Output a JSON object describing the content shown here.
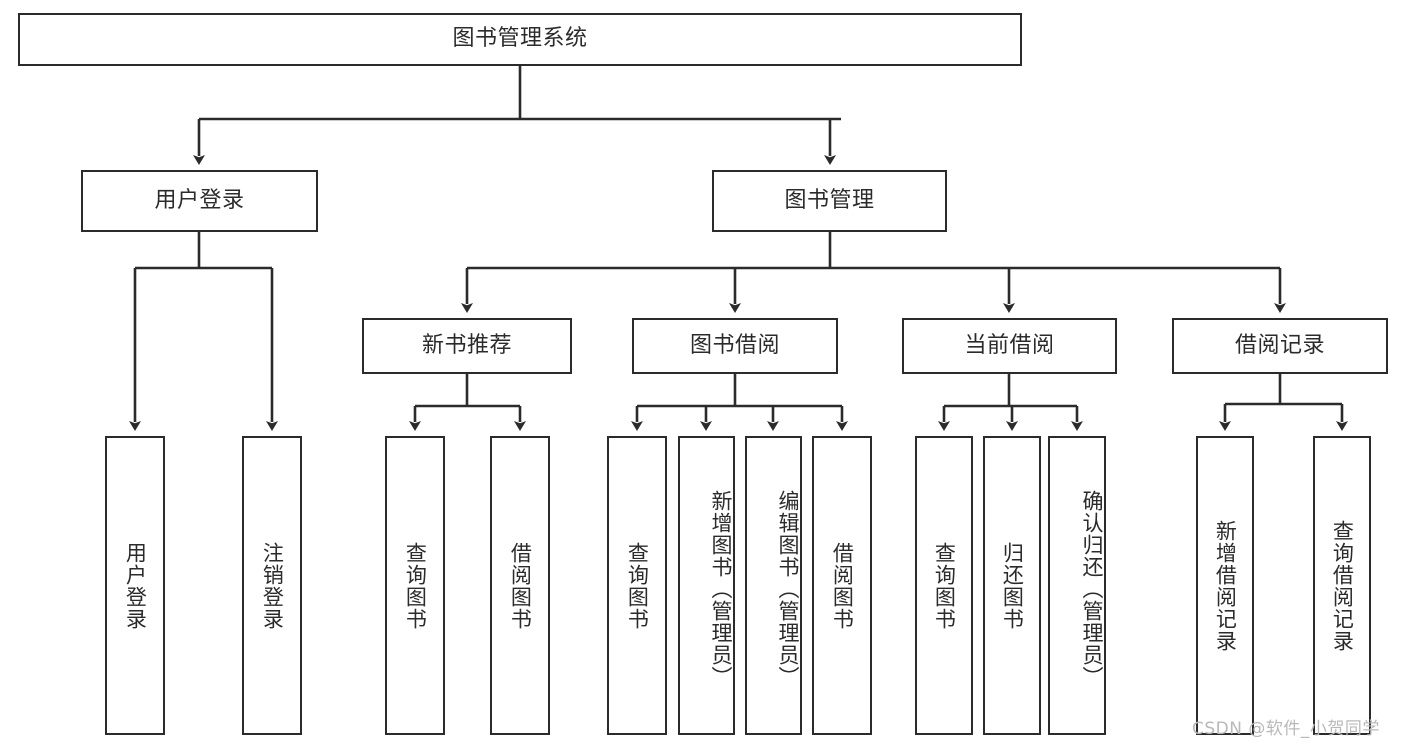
{
  "diagram": {
    "type": "tree",
    "title": "图书管理系统",
    "orientation": "top-down",
    "levels": 4,
    "colors": {
      "box_border": "#2b2b2b",
      "box_fill": "#ffffff",
      "edge": "#2b2b2b",
      "text": "#2b2b2b",
      "watermark": "#b9b9b9",
      "background": "#ffffff"
    },
    "root": {
      "label": "图书管理系统",
      "id": "root"
    },
    "level2": [
      {
        "id": "user-login",
        "label": "用户登录"
      },
      {
        "id": "book-management",
        "label": "图书管理"
      }
    ],
    "level3": [
      {
        "id": "new-book-recommend",
        "label": "新书推荐",
        "parent": "book-management"
      },
      {
        "id": "book-borrow",
        "label": "图书借阅",
        "parent": "book-management"
      },
      {
        "id": "current-borrow",
        "label": "当前借阅",
        "parent": "book-management"
      },
      {
        "id": "borrow-record",
        "label": "借阅记录",
        "parent": "book-management"
      }
    ],
    "leaves": {
      "user_login": [
        {
          "id": "leaf-user-login",
          "label": "用户登录"
        },
        {
          "id": "leaf-logout-login",
          "label": "注销登录"
        }
      ],
      "new_book_recommend": [
        {
          "id": "leaf-query-book-1",
          "label": "查询图书"
        },
        {
          "id": "leaf-borrow-book-1",
          "label": "借阅图书"
        }
      ],
      "book_borrow": [
        {
          "id": "leaf-query-book-2",
          "label": "查询图书"
        },
        {
          "id": "leaf-add-book",
          "label": "新增图书（管理员）"
        },
        {
          "id": "leaf-edit-book",
          "label": "编辑图书（管理员）"
        },
        {
          "id": "leaf-borrow-book-2",
          "label": "借阅图书"
        }
      ],
      "current_borrow": [
        {
          "id": "leaf-query-book-3",
          "label": "查询图书"
        },
        {
          "id": "leaf-return-book",
          "label": "归还图书"
        },
        {
          "id": "leaf-confirm-return",
          "label": "确认归还（管理员）"
        }
      ],
      "borrow_record": [
        {
          "id": "leaf-add-record",
          "label": "新增借阅记录"
        },
        {
          "id": "leaf-query-record",
          "label": "查询借阅记录"
        }
      ]
    }
  },
  "watermark": {
    "text": "CSDN @软件_小贺同学"
  }
}
